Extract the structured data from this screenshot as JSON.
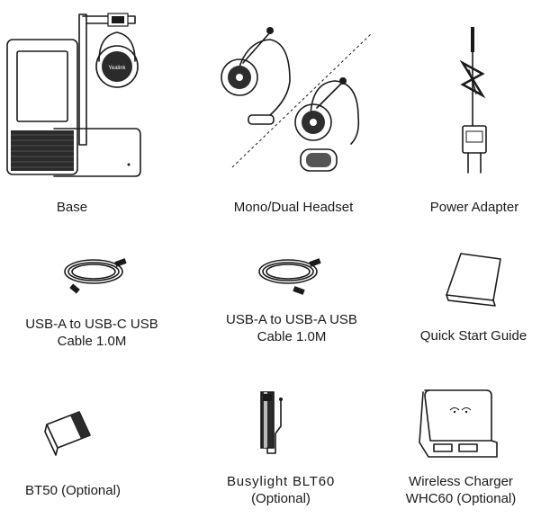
{
  "items": {
    "base": {
      "name": "Base",
      "brand": "Yealink"
    },
    "headset": {
      "name": "Mono/Dual Headset",
      "brand": "Yealink"
    },
    "adapter": {
      "name": "Power Adapter"
    },
    "usb_c": {
      "line1": "USB-A to USB-C USB",
      "line2": "Cable 1.0M"
    },
    "usb_a": {
      "line1": "USB-A to USB-A USB",
      "line2": "Cable 1.0M"
    },
    "guide": {
      "name": "Quick Start Guide"
    },
    "bt50": {
      "name": "BT50 (Optional)"
    },
    "busylight": {
      "line1": "Busylight BLT60",
      "line2": "(Optional)"
    },
    "charger": {
      "line1": "Wireless Charger",
      "line2": "WHC60 (Optional)"
    }
  }
}
